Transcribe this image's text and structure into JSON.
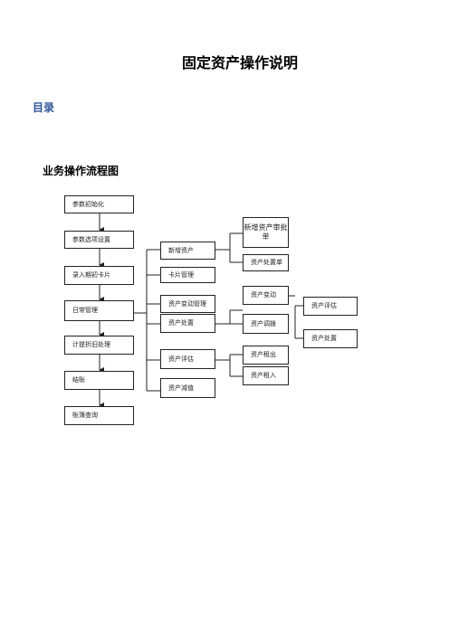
{
  "document": {
    "title": "固定资产操作说明",
    "toc_heading": "目录",
    "section_heading": "业务操作流程图"
  },
  "flowchart": {
    "col1": [
      "参数初始化",
      "参数选项设置",
      "录入期初卡片",
      "日常管理",
      "计提折旧处理",
      "结账",
      "账簿查询"
    ],
    "col2": [
      "新增资产",
      "卡片管理",
      "资产变动管理",
      "资产处置",
      "资产评估",
      "资产减值"
    ],
    "col3": [
      "新增资产审批单",
      "资产处置单",
      "资产变动",
      "资产调拨",
      "资产租出",
      "资产租入"
    ],
    "col4": [
      "资产评估",
      "资产处置"
    ]
  }
}
